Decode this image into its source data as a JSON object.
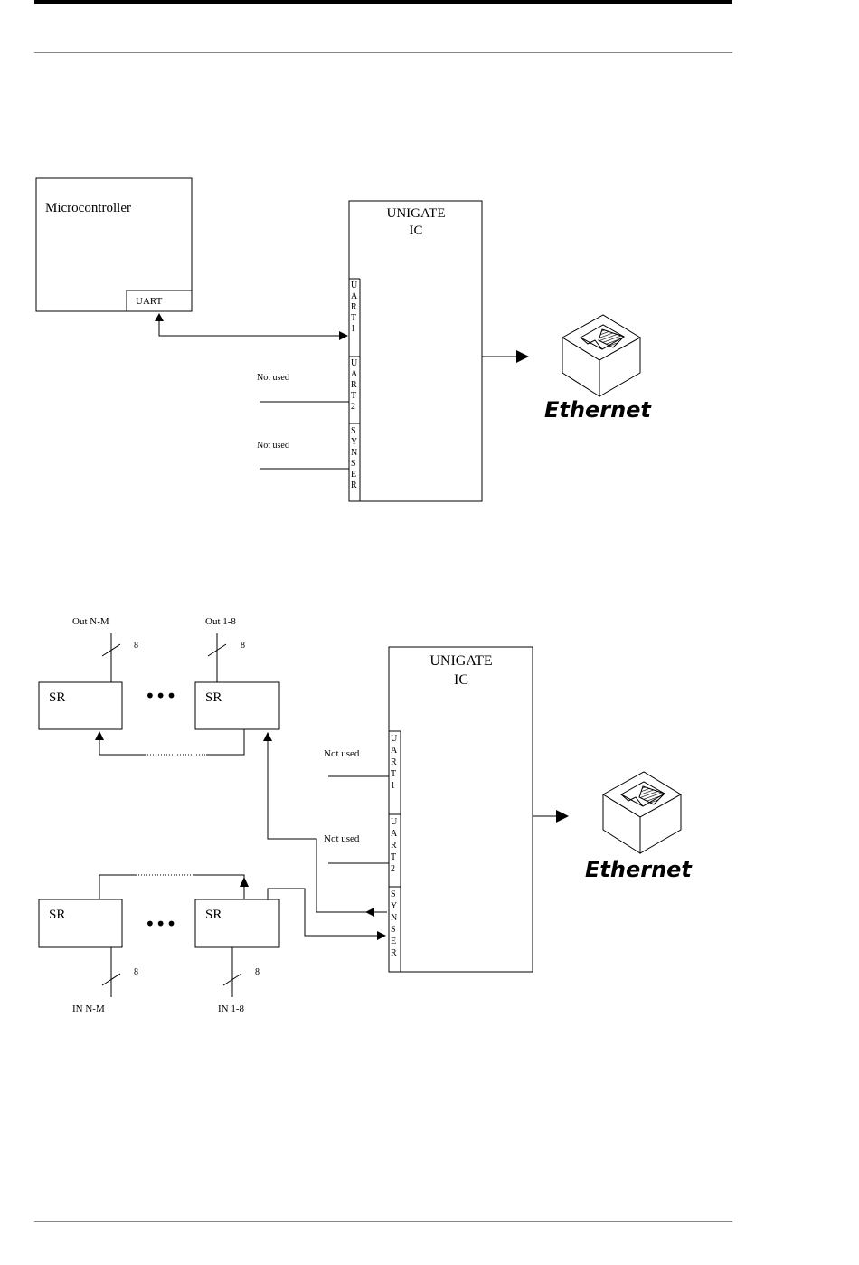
{
  "diagram1": {
    "microcontroller": "Microcontroller",
    "uart": "UART",
    "unigate_line1": "UNIGATE",
    "unigate_line2": "IC",
    "port_uart1": [
      "U",
      "A",
      "R",
      "T",
      "1"
    ],
    "port_uart2": [
      "U",
      "A",
      "R",
      "T",
      "2"
    ],
    "port_synser": [
      "S",
      "Y",
      "N",
      "S",
      "E",
      "R"
    ],
    "not_used_1": "Not used",
    "not_used_2": "Not used",
    "ethernet": "Ethernet"
  },
  "diagram2": {
    "out_nm": "Out N-M",
    "out_18": "Out 1-8",
    "bus_width": "8",
    "sr": "SR",
    "dots": "•••",
    "unigate_line1": "UNIGATE",
    "unigate_line2": "IC",
    "port_uart1": [
      "U",
      "A",
      "R",
      "T",
      "1"
    ],
    "port_uart2": [
      "U",
      "A",
      "R",
      "T",
      "2"
    ],
    "port_synser": [
      "S",
      "Y",
      "N",
      "S",
      "E",
      "R"
    ],
    "not_used_1": "Not used",
    "not_used_2": "Not used",
    "in_nm": "IN N-M",
    "in_18": "IN 1-8",
    "ethernet": "Ethernet"
  }
}
